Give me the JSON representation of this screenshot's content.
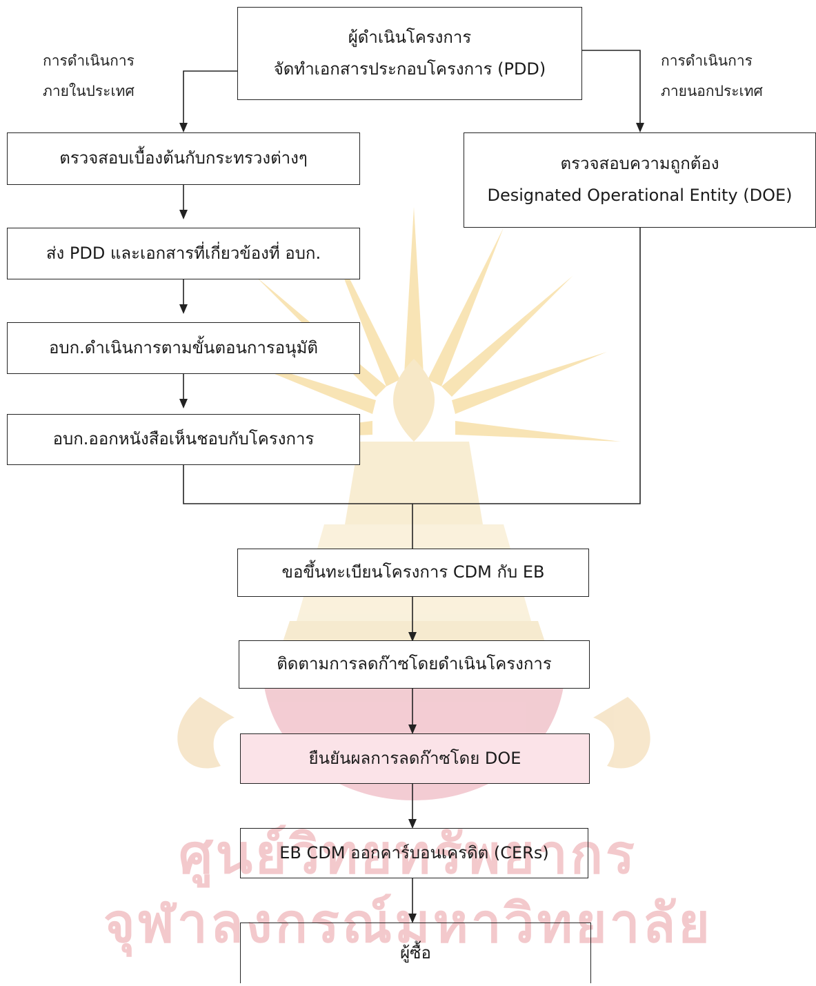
{
  "side_labels": {
    "left": [
      "การดำเนินการ",
      "ภายในประเทศ"
    ],
    "right": [
      "การดำเนินการ",
      "ภายนอกประเทศ"
    ]
  },
  "boxes": {
    "top": [
      "ผู้ดำเนินโครงการ",
      "จัดทำเอกสารประกอบโครงการ (PDD)"
    ],
    "left1": "ตรวจสอบเบื้องต้นกับกระทรวงต่างๆ",
    "left2": "ส่ง PDD และเอกสารที่เกี่ยวข้องที่ อบก.",
    "left3": "อบก.ดำเนินการตามขั้นตอนการอนุมัติ",
    "left4": "อบก.ออกหนังสือเห็นชอบกับโครงการ",
    "right1": [
      "ตรวจสอบความถูกต้อง",
      "Designated Operational Entity (DOE)"
    ],
    "c1": "ขอขึ้นทะเบียนโครงการ CDM กับ EB",
    "c2": "ติดตามการลดก๊าซโดยดำเนินโครงการ",
    "c3": "ยืนยันผลการลดก๊าซโดย DOE",
    "c4": "EB CDM ออกคาร์บอนเครดิต (CERs)",
    "c5": "ผู้ซื้อ"
  },
  "watermark": {
    "line1": "ศูนย์วิทยทรัพยากร",
    "line2": "จุฬาลงกรณ์มหาวิทยาลัย"
  }
}
